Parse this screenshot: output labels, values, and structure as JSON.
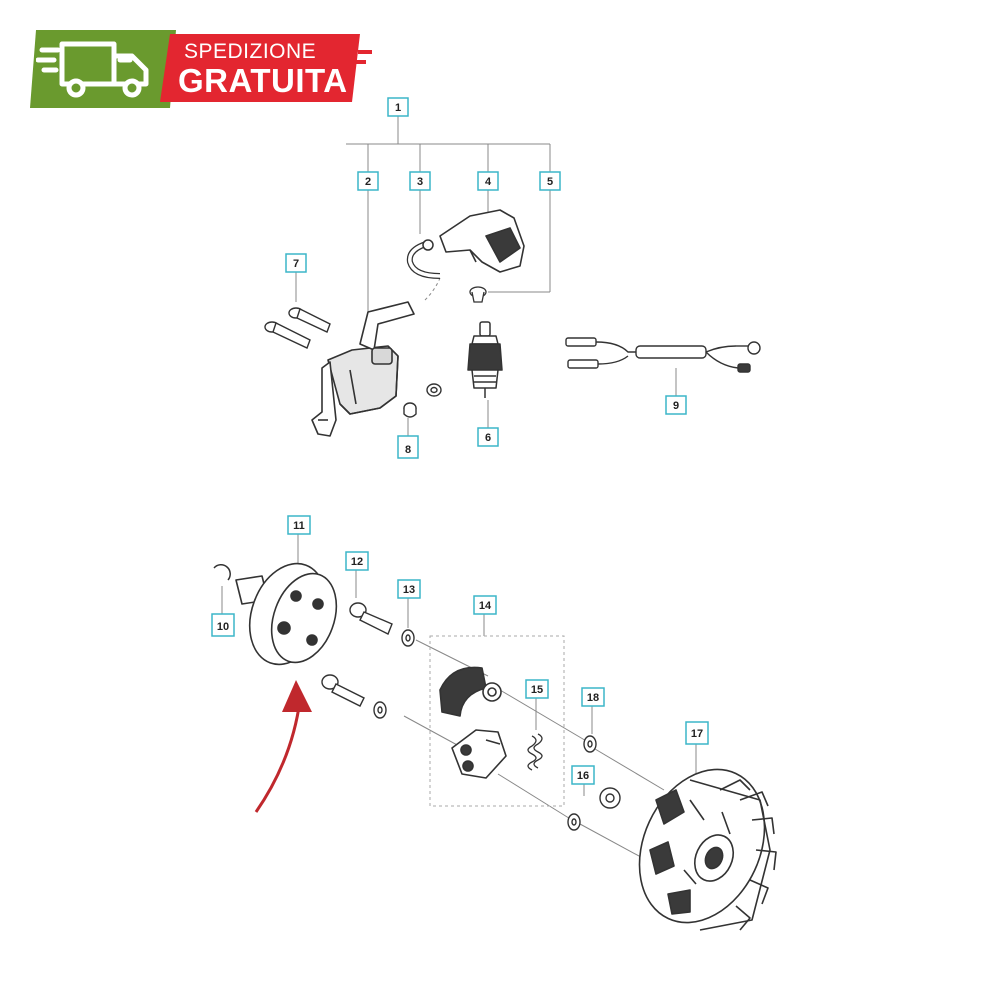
{
  "colors": {
    "banner_green": "#6a9a2e",
    "banner_red": "#e32630",
    "callout_border": "#3cb6c9",
    "line": "#777777",
    "arrow": "#c0282d"
  },
  "banner": {
    "icon": "delivery-truck-icon",
    "line1": "SPEDIZIONE",
    "line2": "GRATUITA"
  },
  "callouts": {
    "c1": "1",
    "c2": "2",
    "c3": "3",
    "c4": "4",
    "c5": "5",
    "c6": "6",
    "c7": "7",
    "c8": "8",
    "c9": "9",
    "c10": "10",
    "c11": "11",
    "c12": "12",
    "c13": "13",
    "c14": "14",
    "c15": "15",
    "c16": "16",
    "c17": "17",
    "c18": "18"
  }
}
